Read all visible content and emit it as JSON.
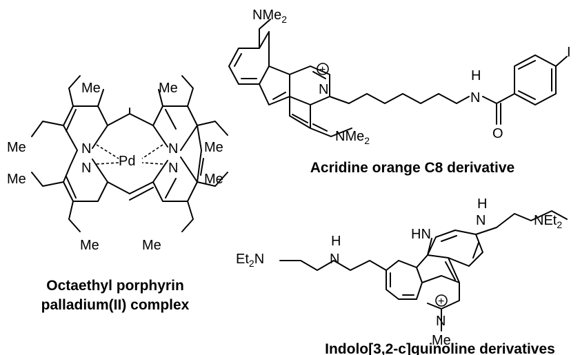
{
  "structures": {
    "porphyrin": {
      "caption_line1": "Octaethyl porphyrin",
      "caption_line2": "palladium(II) complex",
      "atoms": {
        "metal": "Pd",
        "nitrogen": "N",
        "methyl": "Me"
      }
    },
    "acridine": {
      "caption": "Acridine orange C8 derivative",
      "atoms": {
        "nme2_base": "NMe",
        "nme2_sub": "2",
        "ring_nitrogen": "N",
        "charge": "+",
        "amide_h": "H",
        "amide_n": "N",
        "oxygen": "O",
        "iodine": "I"
      }
    },
    "indoloquinoline": {
      "caption": "Indolo[3,2-c]quinoline derivatives",
      "atoms": {
        "et2n_left_base": "Et",
        "et2n_left_sub": "2",
        "et2n_left_n": "N",
        "net2_right_n": "NEt",
        "net2_right_sub": "2",
        "nh_h": "H",
        "nh_n": "N",
        "indole_nh": "HN",
        "ring_nitrogen": "N",
        "charge": "+",
        "methyl": "Me"
      }
    }
  }
}
